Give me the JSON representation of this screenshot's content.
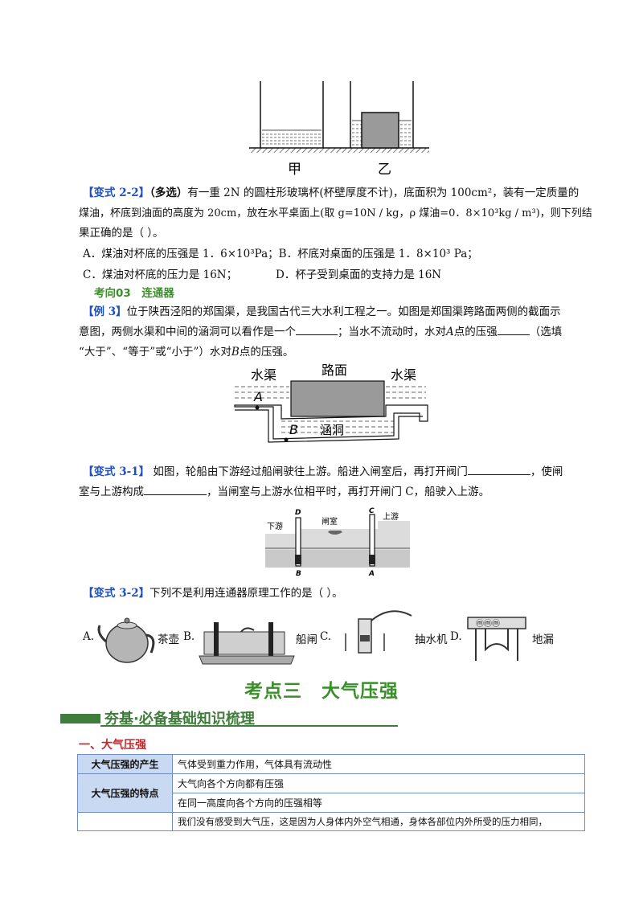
{
  "fig1": {
    "label_left": "甲",
    "label_right": "乙"
  },
  "q22": {
    "tag": "【变式 2-2】",
    "tag2": "（多选）",
    "line1": "有一重 2N 的圆柱形玻璃杯(杯壁厚度不计)，底面积为 100cm²，装有一定质量的",
    "line2": "煤油，杯底到油面的高度为 20cm，放在水平桌面上(取 g=10N / kg，ρ 煤油=0．8×10³kg / m³)，则下列结",
    "line3": "果正确的是（    ）。",
    "optA": "A．煤油对杯底的压强是 1．6×10³Pa；",
    "optB": "B．杯底对桌面的压强是 1．8×10³ Pa；",
    "optC": "C．煤油对杯底的压力是 16N；",
    "optD": "D．杯子受到桌面的支持力是 16N"
  },
  "topic03": "考向03　连通器",
  "ex3": {
    "tag": "【例 3】",
    "line1": "位于陕西泾阳的郑国渠，是我国古代三大水利工程之一。如图是郑国渠跨路面两侧的截面示",
    "line2a": "意图，两侧水渠和中间的涵洞可以看作是一个",
    "line2b": "；当水不流动时，水对",
    "line2c": "A",
    "line2d": "点的压强",
    "line2e": "（选填",
    "line3a": "“大于”、“等于”或“小于”）水对",
    "line3b": "B",
    "line3c": "点的压强。"
  },
  "fig2": {
    "road": "路面",
    "canal_left": "水渠",
    "canal_right": "水渠",
    "culvert": "涵洞",
    "A": "A",
    "B": "B"
  },
  "q31": {
    "tag": "【变式 3-1】",
    "line1a": "如图，轮船由下游经过船闸驶往上游。船进入闸室后，再打开阀门",
    "line1b": "，使闸",
    "line2a": "室与上游构成",
    "line2b": "，当闸室与上游水位相平时，再打开闸门 C，船驶入上游。"
  },
  "fig3": {
    "downstream": "下游",
    "chamber": "闸室",
    "upstream": "上游",
    "C": "C",
    "D": "D",
    "A": "A",
    "B": "B"
  },
  "q32": {
    "tag": "【变式 3-2】",
    "text": "下列不是利用连通器原理工作的是（      ）。",
    "A": "A.",
    "A_label": "茶壶",
    "B": "B.",
    "B_label": "船闸",
    "C": "C.",
    "C_label": "抽水机",
    "D": "D.",
    "D_label": "地漏"
  },
  "kd3_title": "考点三　大气压强",
  "banner": "夯基·必备基础知识梳理",
  "section1": "一、大气压强",
  "table": {
    "r1_head": "大气压强的产生",
    "r1_text": "气体受到重力作用，气体具有流动性",
    "r2_head": "大气压强的特点",
    "r2_text1": "大气向各个方向都有压强",
    "r2_text2": "在同一高度向各个方向的压强相等",
    "r3_text": "我们没有感受到大气压，这是因为人身体内外空气相通，身体各部位内外所受的压力相同，"
  },
  "colors": {
    "tag_blue": "#1f4fbf",
    "green": "#3a8f2a",
    "red": "#c0282d",
    "table_head": "#c9d9f1"
  }
}
